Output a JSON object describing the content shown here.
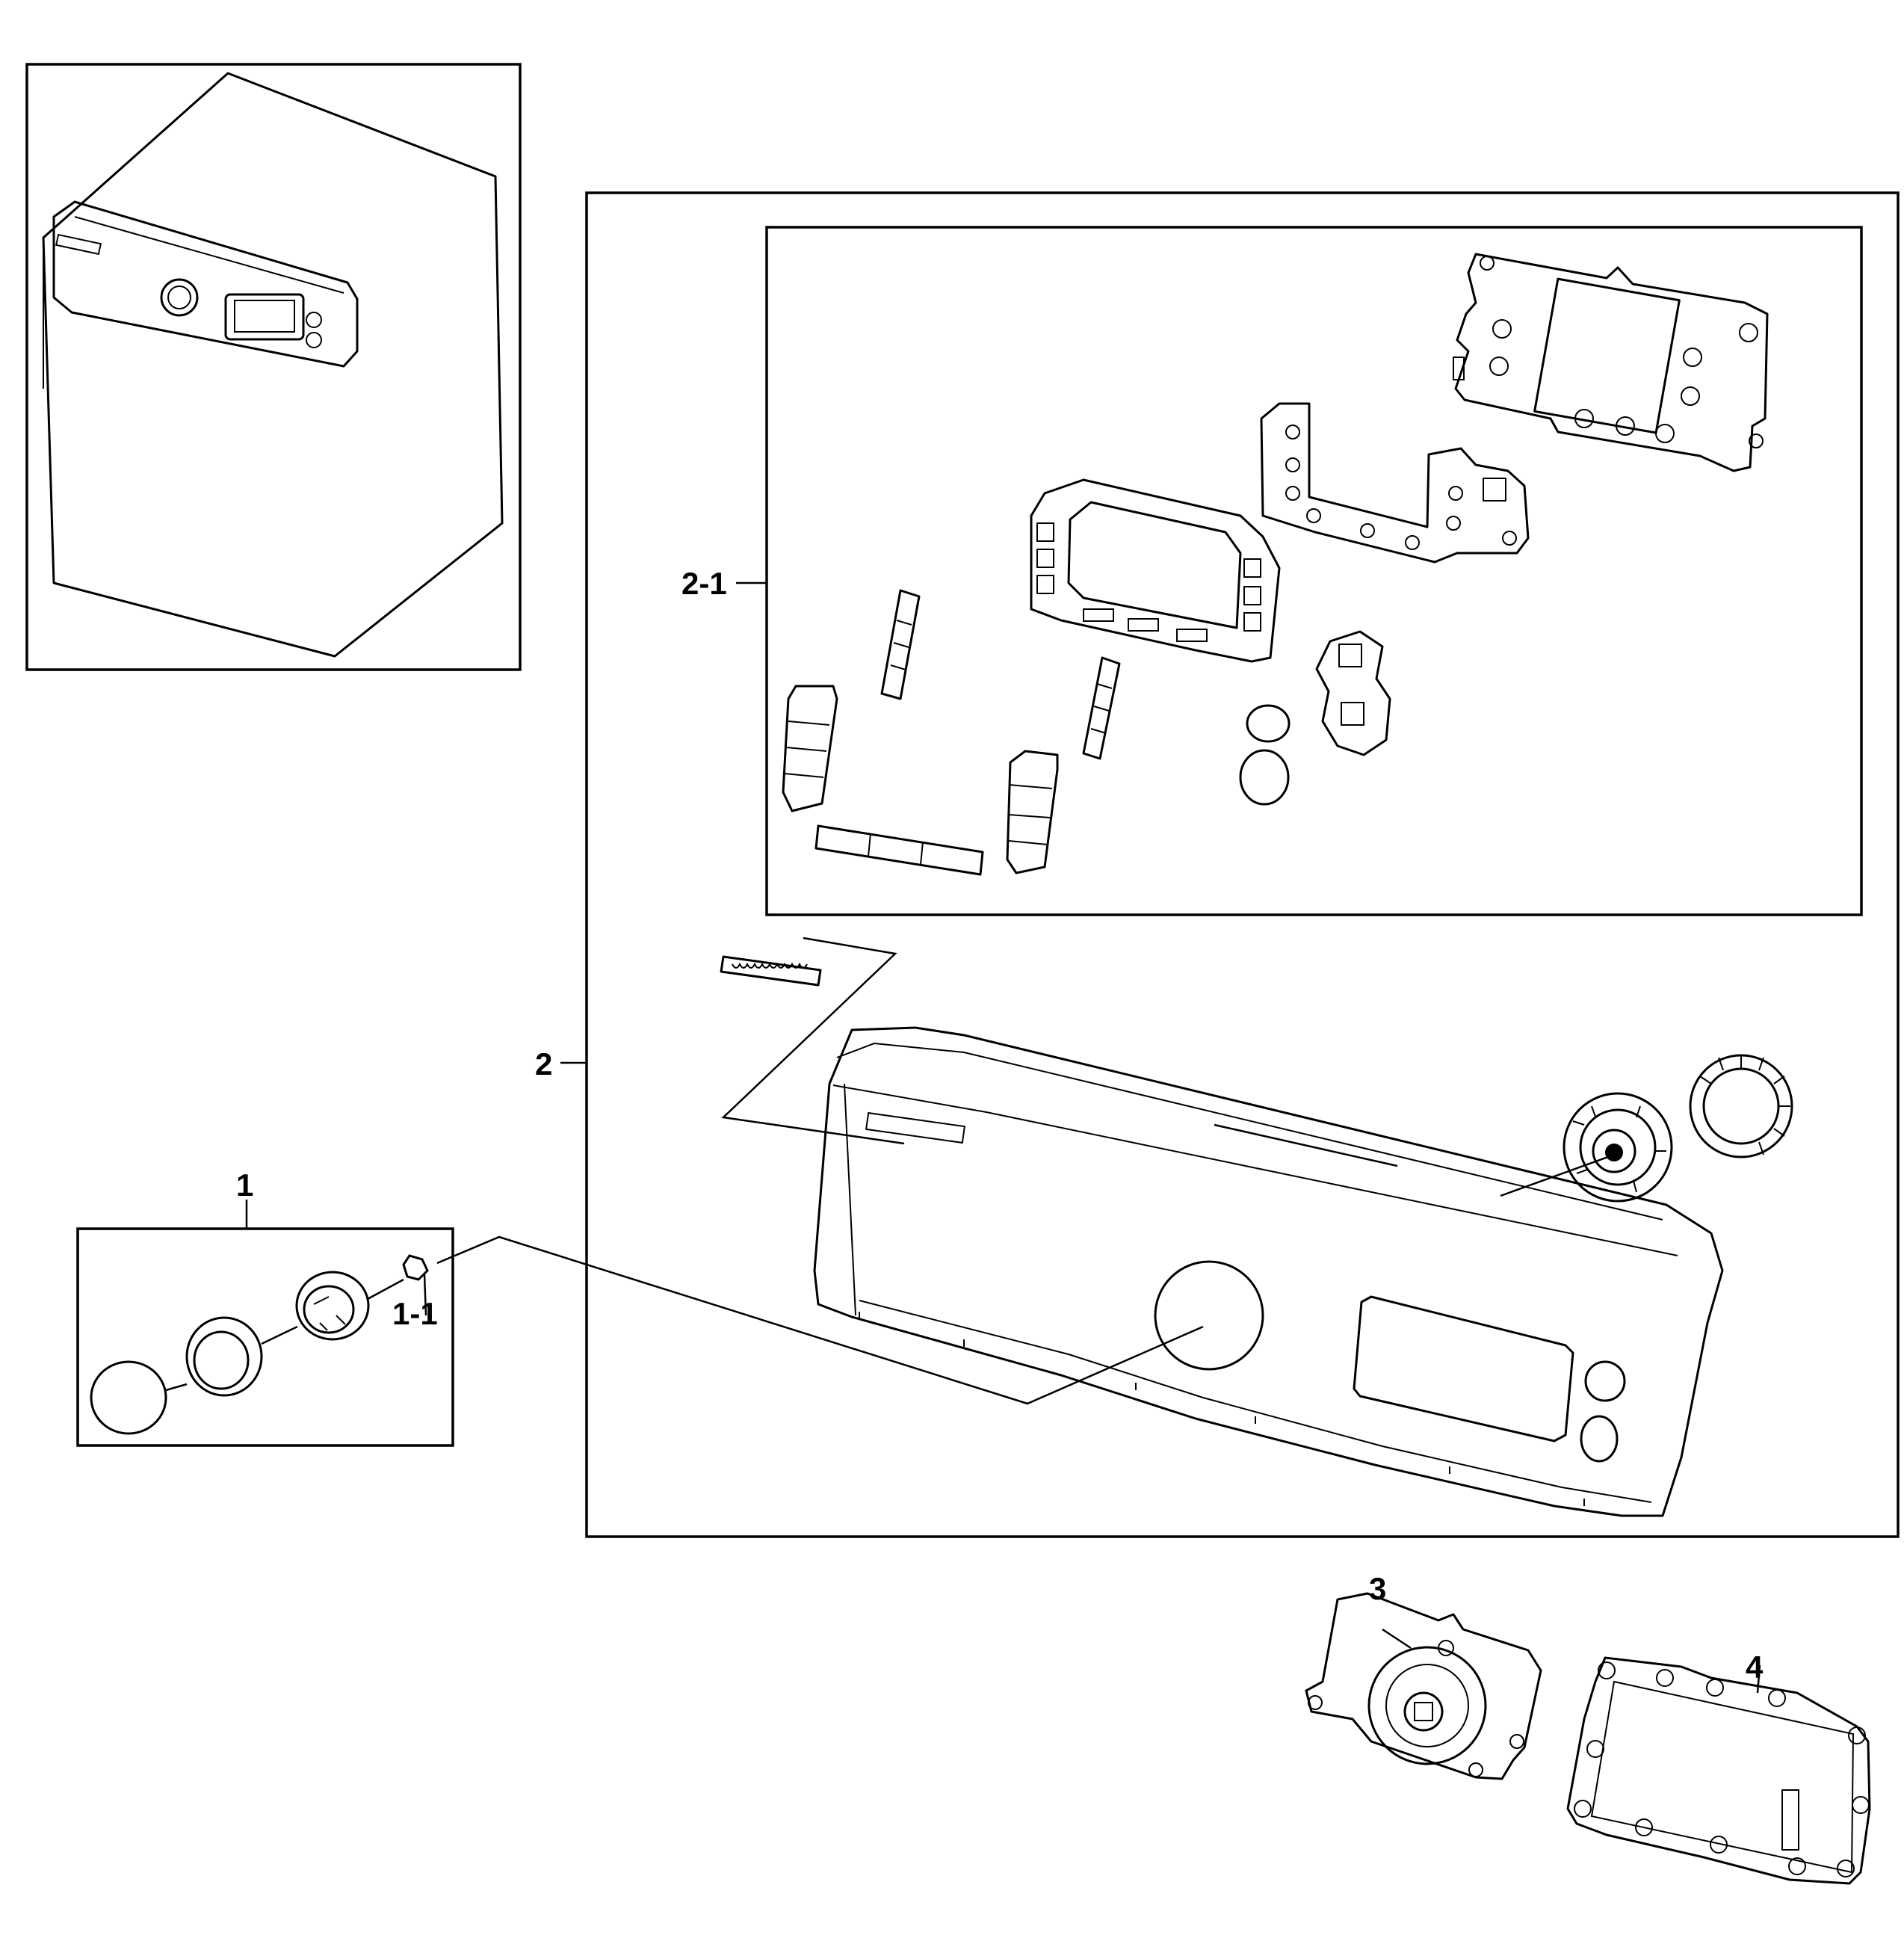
{
  "callouts": {
    "c1": "1",
    "c1_1": "1-1",
    "c2": "2",
    "c2_1": "2-1",
    "c3": "3",
    "c4": "4"
  }
}
